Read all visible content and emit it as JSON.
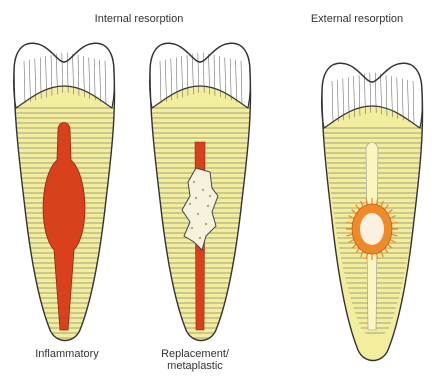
{
  "headers": {
    "internal": "Internal resorption",
    "external": "External resorption"
  },
  "captions": {
    "inflammatory": "Inflammatory",
    "replacement_line1": "Replacement/",
    "replacement_line2": "metaplastic"
  },
  "colors": {
    "dentin": "#f2ee9e",
    "dentin_outline": "#333333",
    "enamel": "#ffffff",
    "pulp_red": "#d9401c",
    "external_orange": "#ee8a2a",
    "external_center": "#fbf1e0",
    "metaplastic_fill": "#f6f1dc",
    "tubule_lines": "#555555"
  }
}
